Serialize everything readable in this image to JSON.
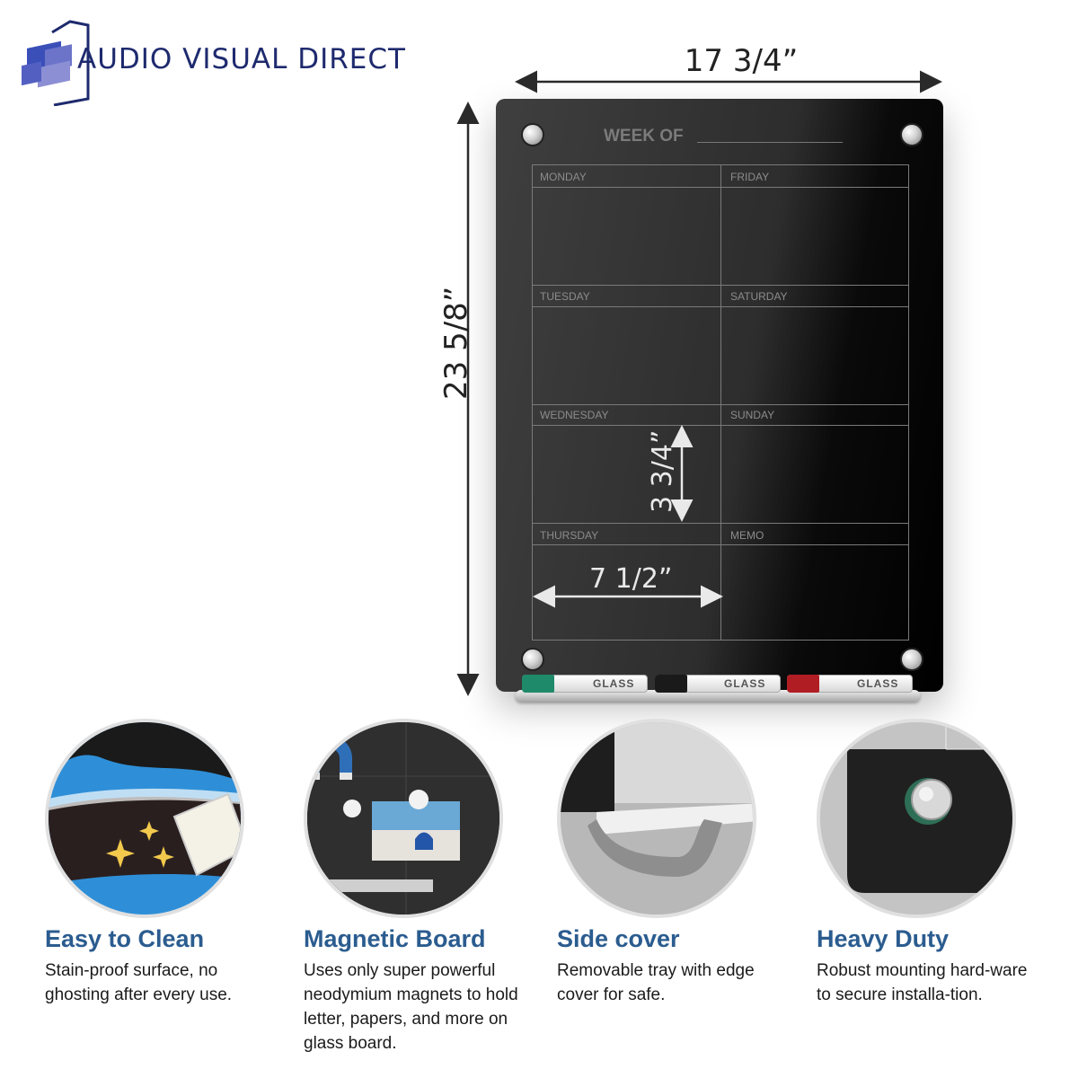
{
  "brand": {
    "name": "AUDIO VISUAL DIRECT",
    "colors": {
      "navy": "#1e2a6e",
      "blue": "#3a4fb8",
      "lavender": "#8c8fd4"
    }
  },
  "dimensions": {
    "width": "17 3/4”",
    "height": "23 5/8”",
    "cell_width": "7 1/2”",
    "cell_height": "3 3/4”"
  },
  "board": {
    "header": "WEEK OF",
    "days": [
      "MONDAY",
      "FRIDAY",
      "TUESDAY",
      "SATURDAY",
      "WEDNESDAY",
      "SUNDAY",
      "THURSDAY",
      "MEMO"
    ],
    "marker_brand": "GLASS",
    "marker_colors": [
      "#1f8a6a",
      "#1a1a1a",
      "#b01e23"
    ]
  },
  "features": [
    {
      "title": "Easy to Clean",
      "description": "Stain-proof surface, no ghosting after every use.",
      "icon": "eraser-sparkle-icon"
    },
    {
      "title": "Magnetic Board",
      "description": "Uses only super powerful neodymium magnets to hold letter, papers, and more on glass board.",
      "icon": "magnet-icon"
    },
    {
      "title": "Side cover",
      "description": "Removable tray with edge cover for safe.",
      "icon": "tray-edge-icon"
    },
    {
      "title": "Heavy Duty",
      "description": "Robust mounting hard-ware to secure installa-tion.",
      "icon": "mounting-standoff-icon"
    }
  ],
  "feature_title_color": "#2b5c8f"
}
